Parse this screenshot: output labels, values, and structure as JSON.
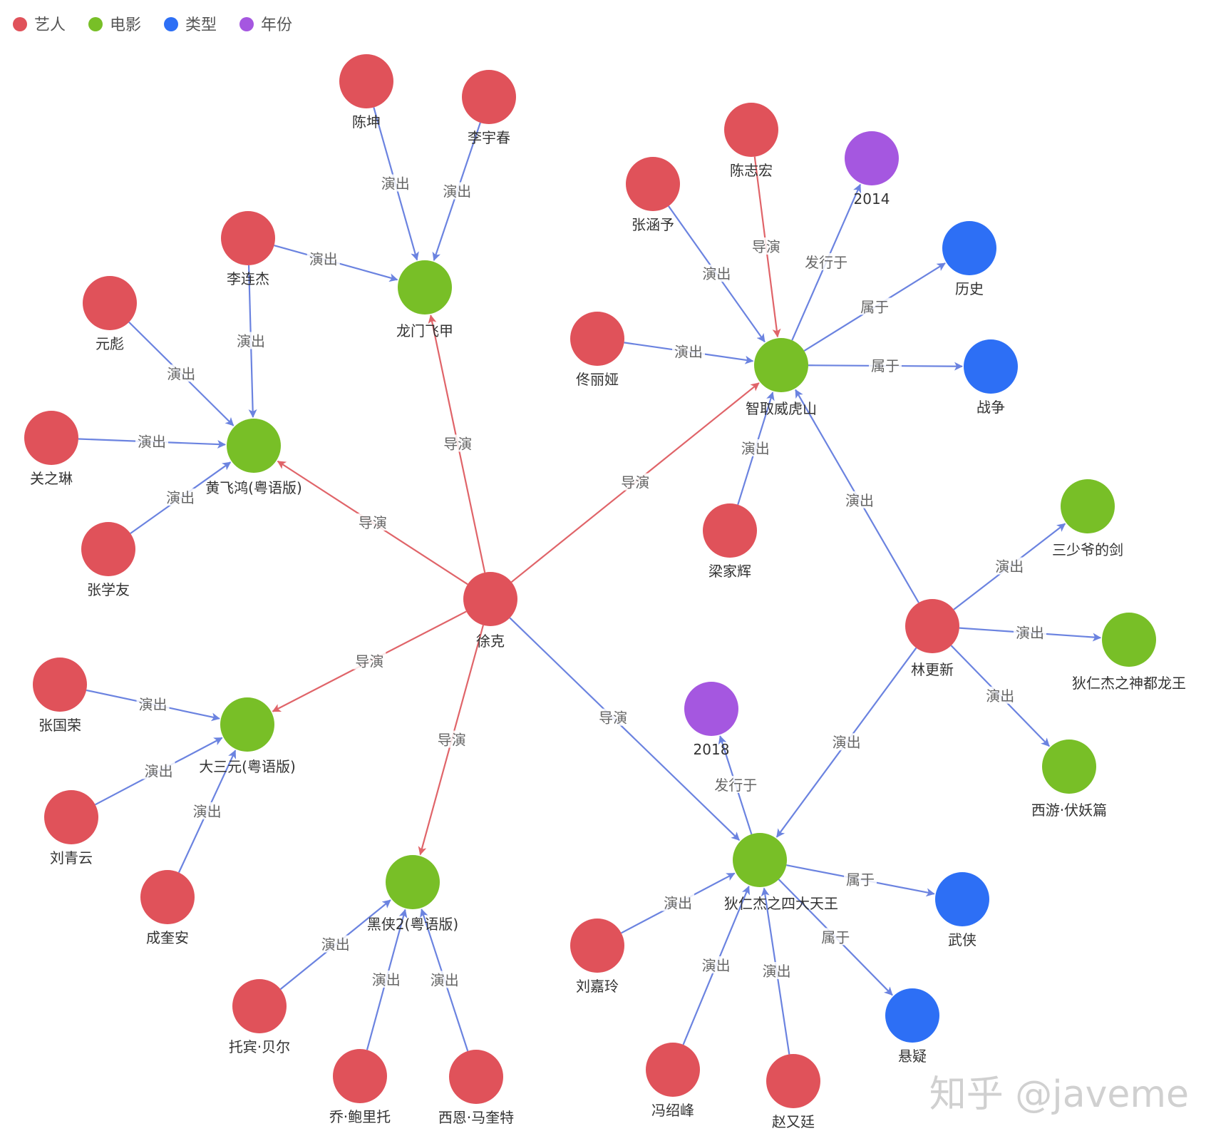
{
  "legend": [
    {
      "label": "艺人",
      "color": "#e0525a",
      "category": "artist"
    },
    {
      "label": "电影",
      "color": "#78bf27",
      "category": "movie"
    },
    {
      "label": "类型",
      "color": "#2d6ff5",
      "category": "genre"
    },
    {
      "label": "年份",
      "color": "#a557e0",
      "category": "year"
    }
  ],
  "edge_colors": {
    "director": "#e06469",
    "other": "#6b83e0"
  },
  "nodes": [
    {
      "id": "xuke",
      "label": "徐克",
      "category": "artist"
    },
    {
      "id": "longmen",
      "label": "龙门飞甲",
      "category": "movie"
    },
    {
      "id": "chenkun",
      "label": "陈坤",
      "category": "artist"
    },
    {
      "id": "liyuchun",
      "label": "李宇春",
      "category": "artist"
    },
    {
      "id": "lilianjie",
      "label": "李连杰",
      "category": "artist"
    },
    {
      "id": "huangfeihong",
      "label": "黄飞鸿(粤语版)",
      "category": "movie"
    },
    {
      "id": "yuanbiao",
      "label": "元彪",
      "category": "artist"
    },
    {
      "id": "guanzhilin",
      "label": "关之琳",
      "category": "artist"
    },
    {
      "id": "zhangxueyou",
      "label": "张学友",
      "category": "artist"
    },
    {
      "id": "zhiqu",
      "label": "智取威虎山",
      "category": "movie"
    },
    {
      "id": "chenzhihong",
      "label": "陈志宏",
      "category": "artist"
    },
    {
      "id": "y2014",
      "label": "2014",
      "category": "year"
    },
    {
      "id": "zhanghanyu",
      "label": "张涵予",
      "category": "artist"
    },
    {
      "id": "lishi",
      "label": "历史",
      "category": "genre"
    },
    {
      "id": "tongliya",
      "label": "佟丽娅",
      "category": "artist"
    },
    {
      "id": "zhanzheng",
      "label": "战争",
      "category": "genre"
    },
    {
      "id": "liangjiahui",
      "label": "梁家辉",
      "category": "artist"
    },
    {
      "id": "lingengxin",
      "label": "林更新",
      "category": "artist"
    },
    {
      "id": "sanshaoye",
      "label": "三少爷的剑",
      "category": "movie"
    },
    {
      "id": "shendu",
      "label": "狄仁杰之神都龙王",
      "category": "movie"
    },
    {
      "id": "xiyou",
      "label": "西游·伏妖篇",
      "category": "movie"
    },
    {
      "id": "dasanyuan",
      "label": "大三元(粤语版)",
      "category": "movie"
    },
    {
      "id": "zhangguorong",
      "label": "张国荣",
      "category": "artist"
    },
    {
      "id": "liuqingyun",
      "label": "刘青云",
      "category": "artist"
    },
    {
      "id": "chengkuian",
      "label": "成奎安",
      "category": "artist"
    },
    {
      "id": "heixia",
      "label": "黑侠2(粤语版)",
      "category": "movie"
    },
    {
      "id": "tuobin",
      "label": "托宾·贝尔",
      "category": "artist"
    },
    {
      "id": "qiao",
      "label": "乔·鲍里托",
      "category": "artist"
    },
    {
      "id": "xien",
      "label": "西恩·马奎特",
      "category": "artist"
    },
    {
      "id": "sidatianwang",
      "label": "狄仁杰之四大天王",
      "category": "movie"
    },
    {
      "id": "y2018",
      "label": "2018",
      "category": "year"
    },
    {
      "id": "liujialing",
      "label": "刘嘉玲",
      "category": "artist"
    },
    {
      "id": "fengshaofeng",
      "label": "冯绍峰",
      "category": "artist"
    },
    {
      "id": "zhaoyouting",
      "label": "赵又廷",
      "category": "artist"
    },
    {
      "id": "wuxia",
      "label": "武侠",
      "category": "genre"
    },
    {
      "id": "xuanyi",
      "label": "悬疑",
      "category": "genre"
    }
  ],
  "edges": [
    {
      "source": "xuke",
      "target": "longmen",
      "label": "导演",
      "type": "director"
    },
    {
      "source": "xuke",
      "target": "huangfeihong",
      "label": "导演",
      "type": "director"
    },
    {
      "source": "xuke",
      "target": "zhiqu",
      "label": "导演",
      "type": "director"
    },
    {
      "source": "xuke",
      "target": "dasanyuan",
      "label": "导演",
      "type": "director"
    },
    {
      "source": "xuke",
      "target": "heixia",
      "label": "导演",
      "type": "director"
    },
    {
      "source": "xuke",
      "target": "sidatianwang",
      "label": "导演",
      "type": "other"
    },
    {
      "source": "chenkun",
      "target": "longmen",
      "label": "演出",
      "type": "other"
    },
    {
      "source": "liyuchun",
      "target": "longmen",
      "label": "演出",
      "type": "other"
    },
    {
      "source": "lilianjie",
      "target": "longmen",
      "label": "演出",
      "type": "other"
    },
    {
      "source": "lilianjie",
      "target": "huangfeihong",
      "label": "演出",
      "type": "other"
    },
    {
      "source": "yuanbiao",
      "target": "huangfeihong",
      "label": "演出",
      "type": "other"
    },
    {
      "source": "guanzhilin",
      "target": "huangfeihong",
      "label": "演出",
      "type": "other"
    },
    {
      "source": "zhangxueyou",
      "target": "huangfeihong",
      "label": "演出",
      "type": "other"
    },
    {
      "source": "chenzhihong",
      "target": "zhiqu",
      "label": "导演",
      "type": "director"
    },
    {
      "source": "zhiqu",
      "target": "y2014",
      "label": "发行于",
      "type": "other"
    },
    {
      "source": "zhanghanyu",
      "target": "zhiqu",
      "label": "演出",
      "type": "other"
    },
    {
      "source": "zhiqu",
      "target": "lishi",
      "label": "属于",
      "type": "other"
    },
    {
      "source": "tongliya",
      "target": "zhiqu",
      "label": "演出",
      "type": "other"
    },
    {
      "source": "zhiqu",
      "target": "zhanzheng",
      "label": "属于",
      "type": "other"
    },
    {
      "source": "liangjiahui",
      "target": "zhiqu",
      "label": "演出",
      "type": "other"
    },
    {
      "source": "lingengxin",
      "target": "zhiqu",
      "label": "演出",
      "type": "other"
    },
    {
      "source": "lingengxin",
      "target": "sanshaoye",
      "label": "演出",
      "type": "other"
    },
    {
      "source": "lingengxin",
      "target": "shendu",
      "label": "演出",
      "type": "other"
    },
    {
      "source": "lingengxin",
      "target": "xiyou",
      "label": "演出",
      "type": "other"
    },
    {
      "source": "lingengxin",
      "target": "sidatianwang",
      "label": "演出",
      "type": "other"
    },
    {
      "source": "zhangguorong",
      "target": "dasanyuan",
      "label": "演出",
      "type": "other"
    },
    {
      "source": "liuqingyun",
      "target": "dasanyuan",
      "label": "演出",
      "type": "other"
    },
    {
      "source": "chengkuian",
      "target": "dasanyuan",
      "label": "演出",
      "type": "other"
    },
    {
      "source": "tuobin",
      "target": "heixia",
      "label": "演出",
      "type": "other"
    },
    {
      "source": "qiao",
      "target": "heixia",
      "label": "演出",
      "type": "other"
    },
    {
      "source": "xien",
      "target": "heixia",
      "label": "演出",
      "type": "other"
    },
    {
      "source": "sidatianwang",
      "target": "y2018",
      "label": "发行于",
      "type": "other"
    },
    {
      "source": "liujialing",
      "target": "sidatianwang",
      "label": "演出",
      "type": "other"
    },
    {
      "source": "fengshaofeng",
      "target": "sidatianwang",
      "label": "演出",
      "type": "other"
    },
    {
      "source": "zhaoyouting",
      "target": "sidatianwang",
      "label": "演出",
      "type": "other"
    },
    {
      "source": "sidatianwang",
      "target": "wuxia",
      "label": "属于",
      "type": "other"
    },
    {
      "source": "sidatianwang",
      "target": "xuanyi",
      "label": "属于",
      "type": "other"
    }
  ],
  "watermark": "知乎 @javeme"
}
